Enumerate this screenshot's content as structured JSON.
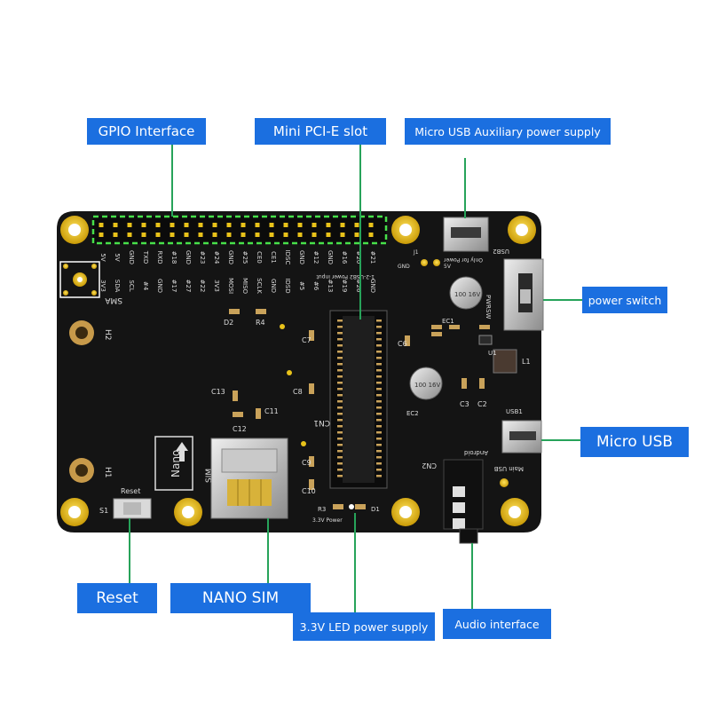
{
  "labels": {
    "gpio": "GPIO Interface",
    "pcie": "Mini PCI-E slot",
    "aux_power": "Micro USB Auxiliary power supply",
    "power_switch": "power switch",
    "micro_usb": "Micro USB",
    "reset": "Reset",
    "nano_sim": "NANO SIM",
    "led_power": "3.3V LED power supply",
    "audio": "Audio interface"
  },
  "silkscreen": {
    "sma": "SMA",
    "h1": "H1",
    "h2": "H2",
    "s1": "S1",
    "reset": "Reset",
    "sim": "SIM",
    "nano": "Nano",
    "cn1": "CN1",
    "cn2": "CN2",
    "android": "Android",
    "main_usb": "Main USB",
    "usb1": "USB1",
    "usb2": "USB2",
    "pwrsw": "PWRSW",
    "l1": "L1",
    "c12": "C12",
    "c13": "C13",
    "c11": "C11",
    "c8": "C8",
    "c9": "C9",
    "c10": "C10",
    "c6": "C6",
    "c7": "C7",
    "c2": "C2",
    "c3": "C3",
    "ec1": "EC1",
    "ec2": "EC2",
    "r4": "R4",
    "d2": "D2",
    "r3": "R3",
    "d1": "D1",
    "u1": "U1",
    "j1": "J1",
    "gnd": "GND",
    "five_v": "5V",
    "v33_power": "3.3V Power",
    "power_input": "1-2-USB2 Power input",
    "only_for_power": "Only for Power",
    "cap_ec1": "100 16V",
    "cap_ec2": "100 16V",
    "pins_top": [
      "5V",
      "5V",
      "GND",
      "TXD",
      "RXD",
      "#18",
      "GND",
      "#23",
      "#24",
      "GND",
      "#25",
      "CE0",
      "CE1",
      "IDSC",
      "GND",
      "#12",
      "GND",
      "#16",
      "#20",
      "#21"
    ],
    "pins_bottom": [
      "3V3",
      "SDA",
      "SCL",
      "#4",
      "GND",
      "#17",
      "#27",
      "#22",
      "3V3",
      "MOSI",
      "MISO",
      "SCLK",
      "GND",
      "IDSD",
      "#5",
      "#6",
      "#13",
      "#19",
      "#26",
      "GND"
    ]
  },
  "colors": {
    "label_bg": "#1b6fe0",
    "label_text": "#ffffff",
    "pcb": "#141414",
    "pad_gold": "#e8c21a",
    "leader_green": "#27a35a",
    "gpio_box": "#47e04a"
  }
}
